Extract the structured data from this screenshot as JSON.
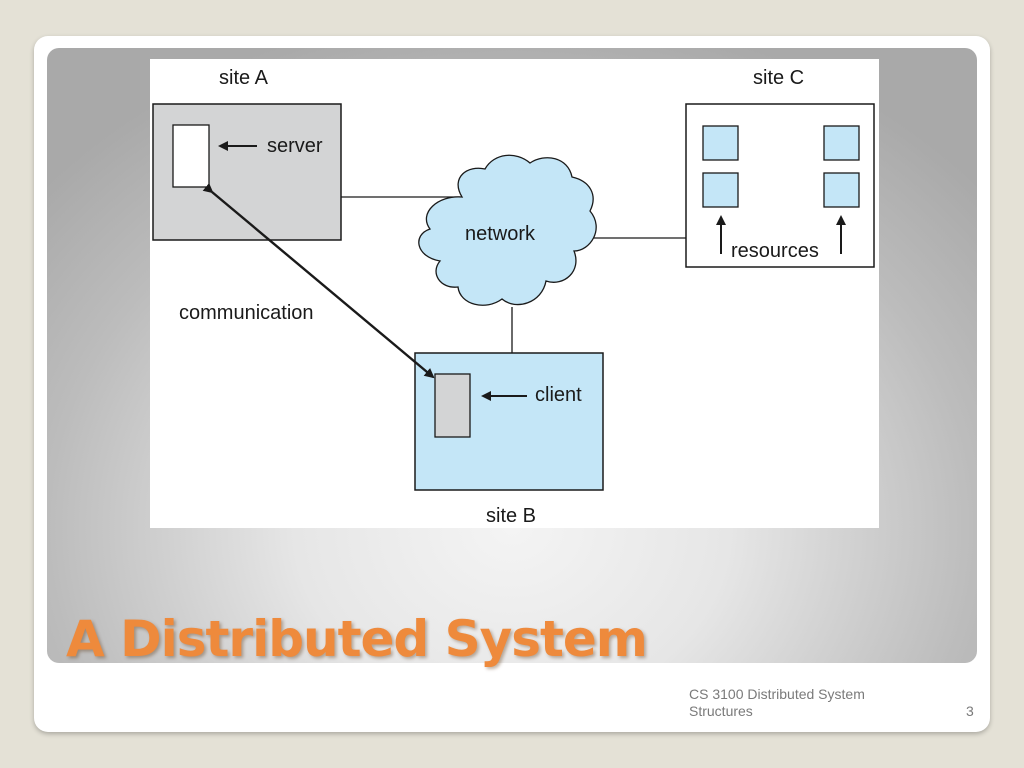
{
  "slide": {
    "title": "A Distributed System",
    "footer": "CS 3100 Distributed System Structures",
    "page_number": "3"
  },
  "diagram": {
    "site_a": {
      "label": "site A",
      "server_label": "server"
    },
    "site_b": {
      "label": "site B",
      "client_label": "client"
    },
    "site_c": {
      "label": "site C",
      "resources_label": "resources"
    },
    "network_label": "network",
    "communication_label": "communication",
    "colors": {
      "site_a_fill": "#d3d4d5",
      "site_b_fill": "#c4e6f7",
      "resource_fill": "#c4e6f7",
      "network_fill": "#c4e6f7",
      "title_color": "#ee8a3c"
    }
  }
}
